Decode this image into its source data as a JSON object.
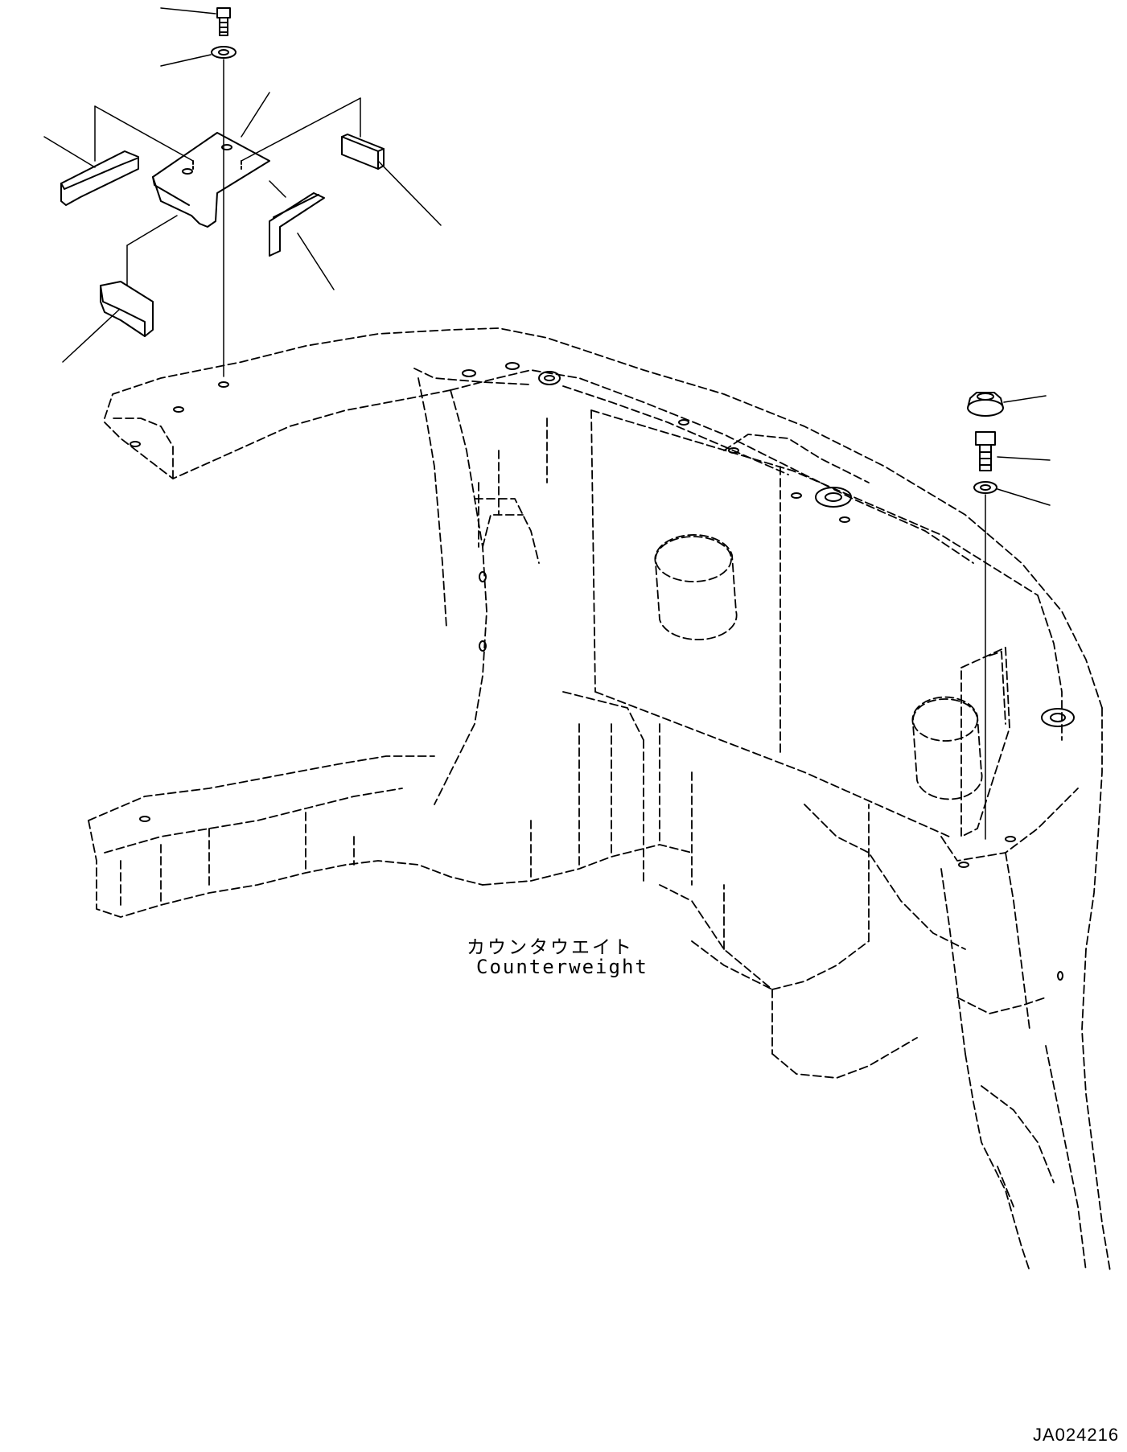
{
  "labels": {
    "part_name_jp": "カウンタウエイト",
    "part_name_en": "Counterweight",
    "drawing_id": "JA024216"
  }
}
